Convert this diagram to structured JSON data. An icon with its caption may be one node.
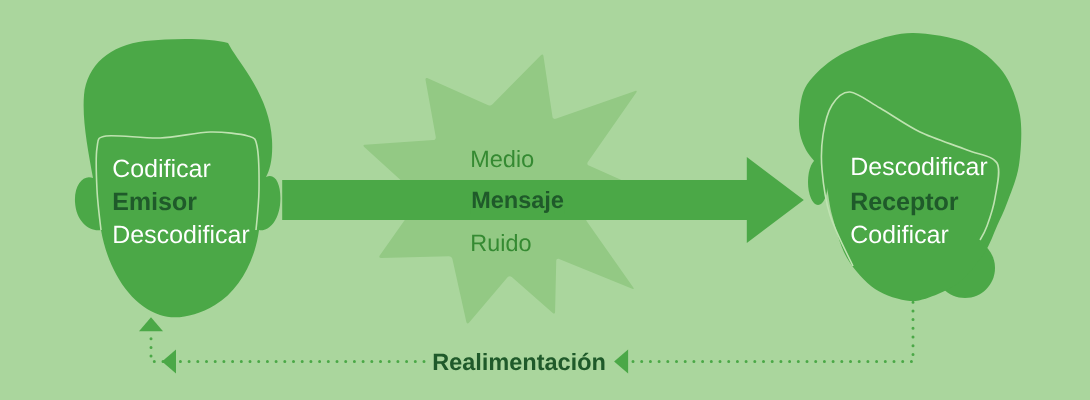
{
  "diagram": {
    "nodes": [
      {
        "text": [
          "Codificar",
          "Emisor",
          "Descodificar"
        ]
      },
      {
        "text": [
          "Medio",
          "Ruido"
        ]
      },
      {
        "text": [
          "Descodificar",
          "Receptor",
          "Codificar"
        ]
      },
      {
        "text": [
          "Realimentación"
        ]
      }
    ],
    "edges": [
      {
        "from": 0,
        "to": 2,
        "arrow": "to",
        "label": "Mensaje",
        "style": "thick"
      },
      {
        "from": 2,
        "to": 3,
        "arrow": "to",
        "style": "dashed"
      },
      {
        "from": 3,
        "to": 0,
        "arrow": "to",
        "style": "dashed"
      }
    ]
  }
}
